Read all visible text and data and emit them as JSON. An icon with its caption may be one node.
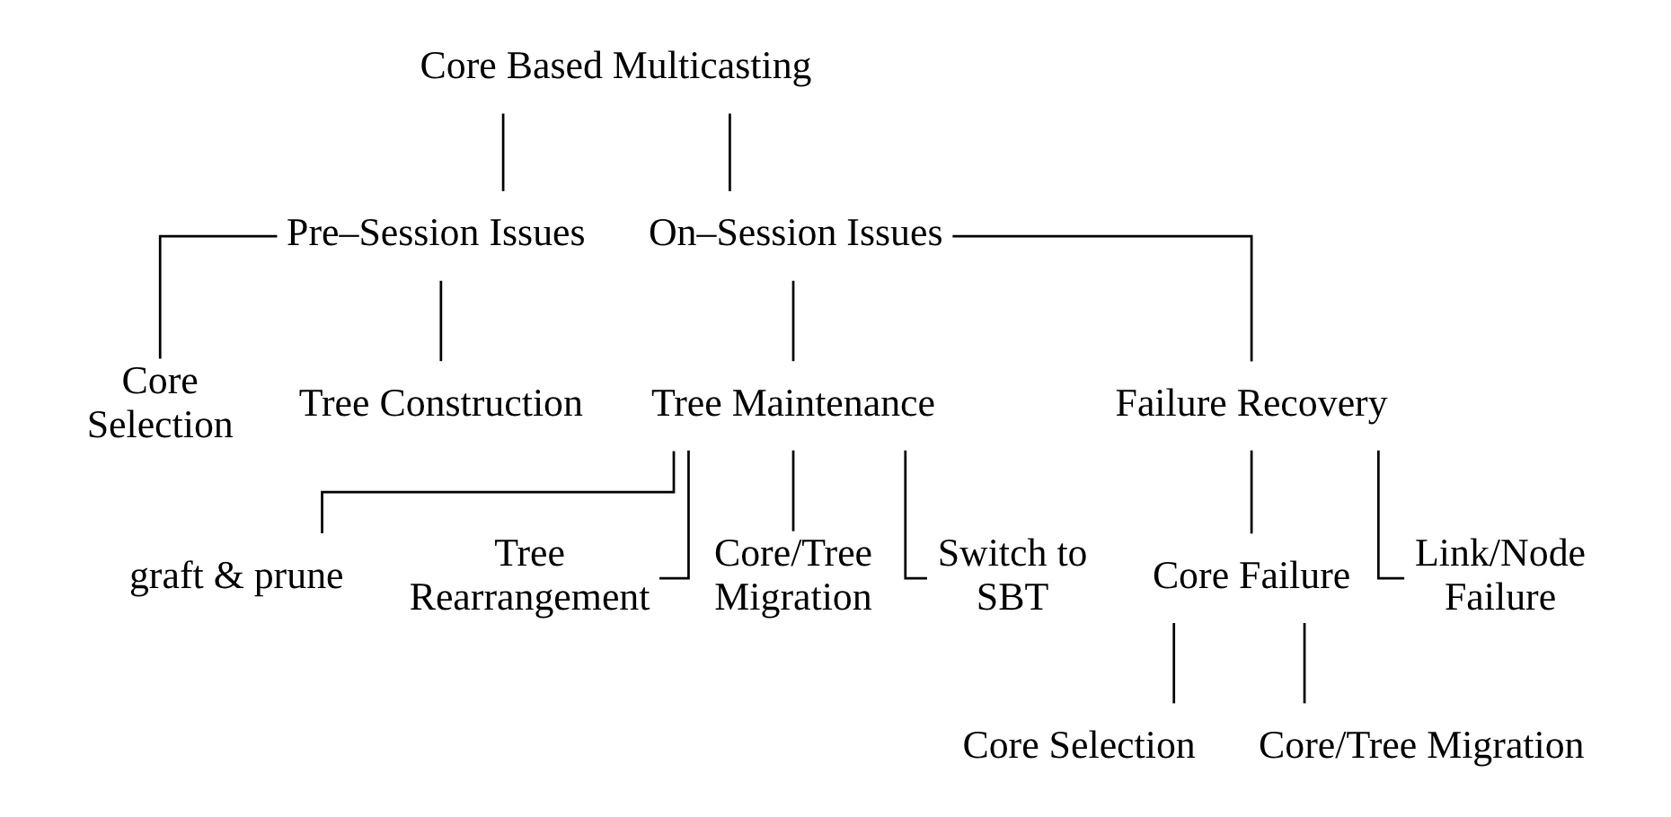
{
  "diagram": {
    "nodes": [
      {
        "text": [
          "Core Based Multicasting"
        ]
      },
      {
        "text": [
          "Pre–Session Issues"
        ]
      },
      {
        "text": [
          "On–Session Issues"
        ]
      },
      {
        "text": [
          "Core Selection"
        ]
      },
      {
        "text": [
          "Tree Construction"
        ]
      },
      {
        "text": [
          "Tree Maintenance"
        ]
      },
      {
        "text": [
          "Failure Recovery"
        ]
      },
      {
        "text": [
          "graft & prune"
        ]
      },
      {
        "text": [
          "Tree Rearrangement"
        ]
      },
      {
        "text": [
          "Core/Tree Migration"
        ]
      },
      {
        "text": [
          "Switch to SBT"
        ]
      },
      {
        "text": [
          "Core Failure"
        ]
      },
      {
        "text": [
          "Link/Node Failure"
        ]
      },
      {
        "text": [
          "Core Selection"
        ]
      },
      {
        "text": [
          "Core/Tree Migration"
        ]
      }
    ],
    "edges": [
      {
        "from": 0,
        "to": 1,
        "arrow": "none"
      },
      {
        "from": 0,
        "to": 2,
        "arrow": "none"
      },
      {
        "from": 1,
        "to": 3,
        "arrow": "none"
      },
      {
        "from": 1,
        "to": 4,
        "arrow": "none"
      },
      {
        "from": 2,
        "to": 5,
        "arrow": "none"
      },
      {
        "from": 2,
        "to": 6,
        "arrow": "none"
      },
      {
        "from": 5,
        "to": 7,
        "arrow": "none"
      },
      {
        "from": 5,
        "to": 8,
        "arrow": "none"
      },
      {
        "from": 5,
        "to": 9,
        "arrow": "none"
      },
      {
        "from": 5,
        "to": 10,
        "arrow": "none"
      },
      {
        "from": 6,
        "to": 11,
        "arrow": "none"
      },
      {
        "from": 6,
        "to": 12,
        "arrow": "none"
      },
      {
        "from": 11,
        "to": 13,
        "arrow": "none"
      },
      {
        "from": 11,
        "to": 14,
        "arrow": "none"
      }
    ]
  }
}
